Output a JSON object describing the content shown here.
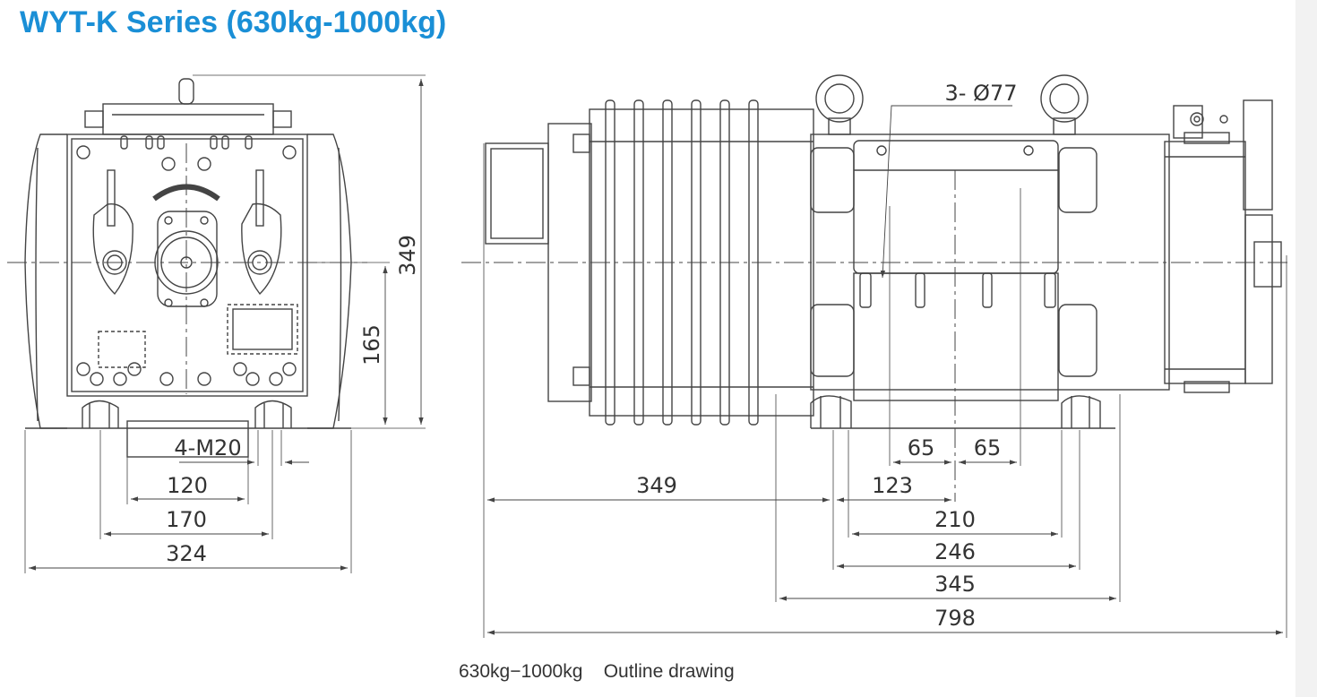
{
  "title": "WYT-K Series (630kg-1000kg)",
  "caption": "630kg−1000kg    Outline drawing",
  "front_view": {
    "dims": {
      "height_total": "349",
      "height_axis": "165",
      "bolts": "4-M20",
      "width_120": "120",
      "width_170": "170",
      "width_324": "324"
    }
  },
  "side_view": {
    "dims": {
      "sheave_holes": "3- Ø77",
      "groove_left": "65",
      "groove_right": "65",
      "length_349": "349",
      "length_123": "123",
      "length_210": "210",
      "length_246": "246",
      "length_345": "345",
      "length_798": "798"
    }
  },
  "colors": {
    "title": "#1a8fd6",
    "line": "#444444",
    "caption": "#333333"
  }
}
